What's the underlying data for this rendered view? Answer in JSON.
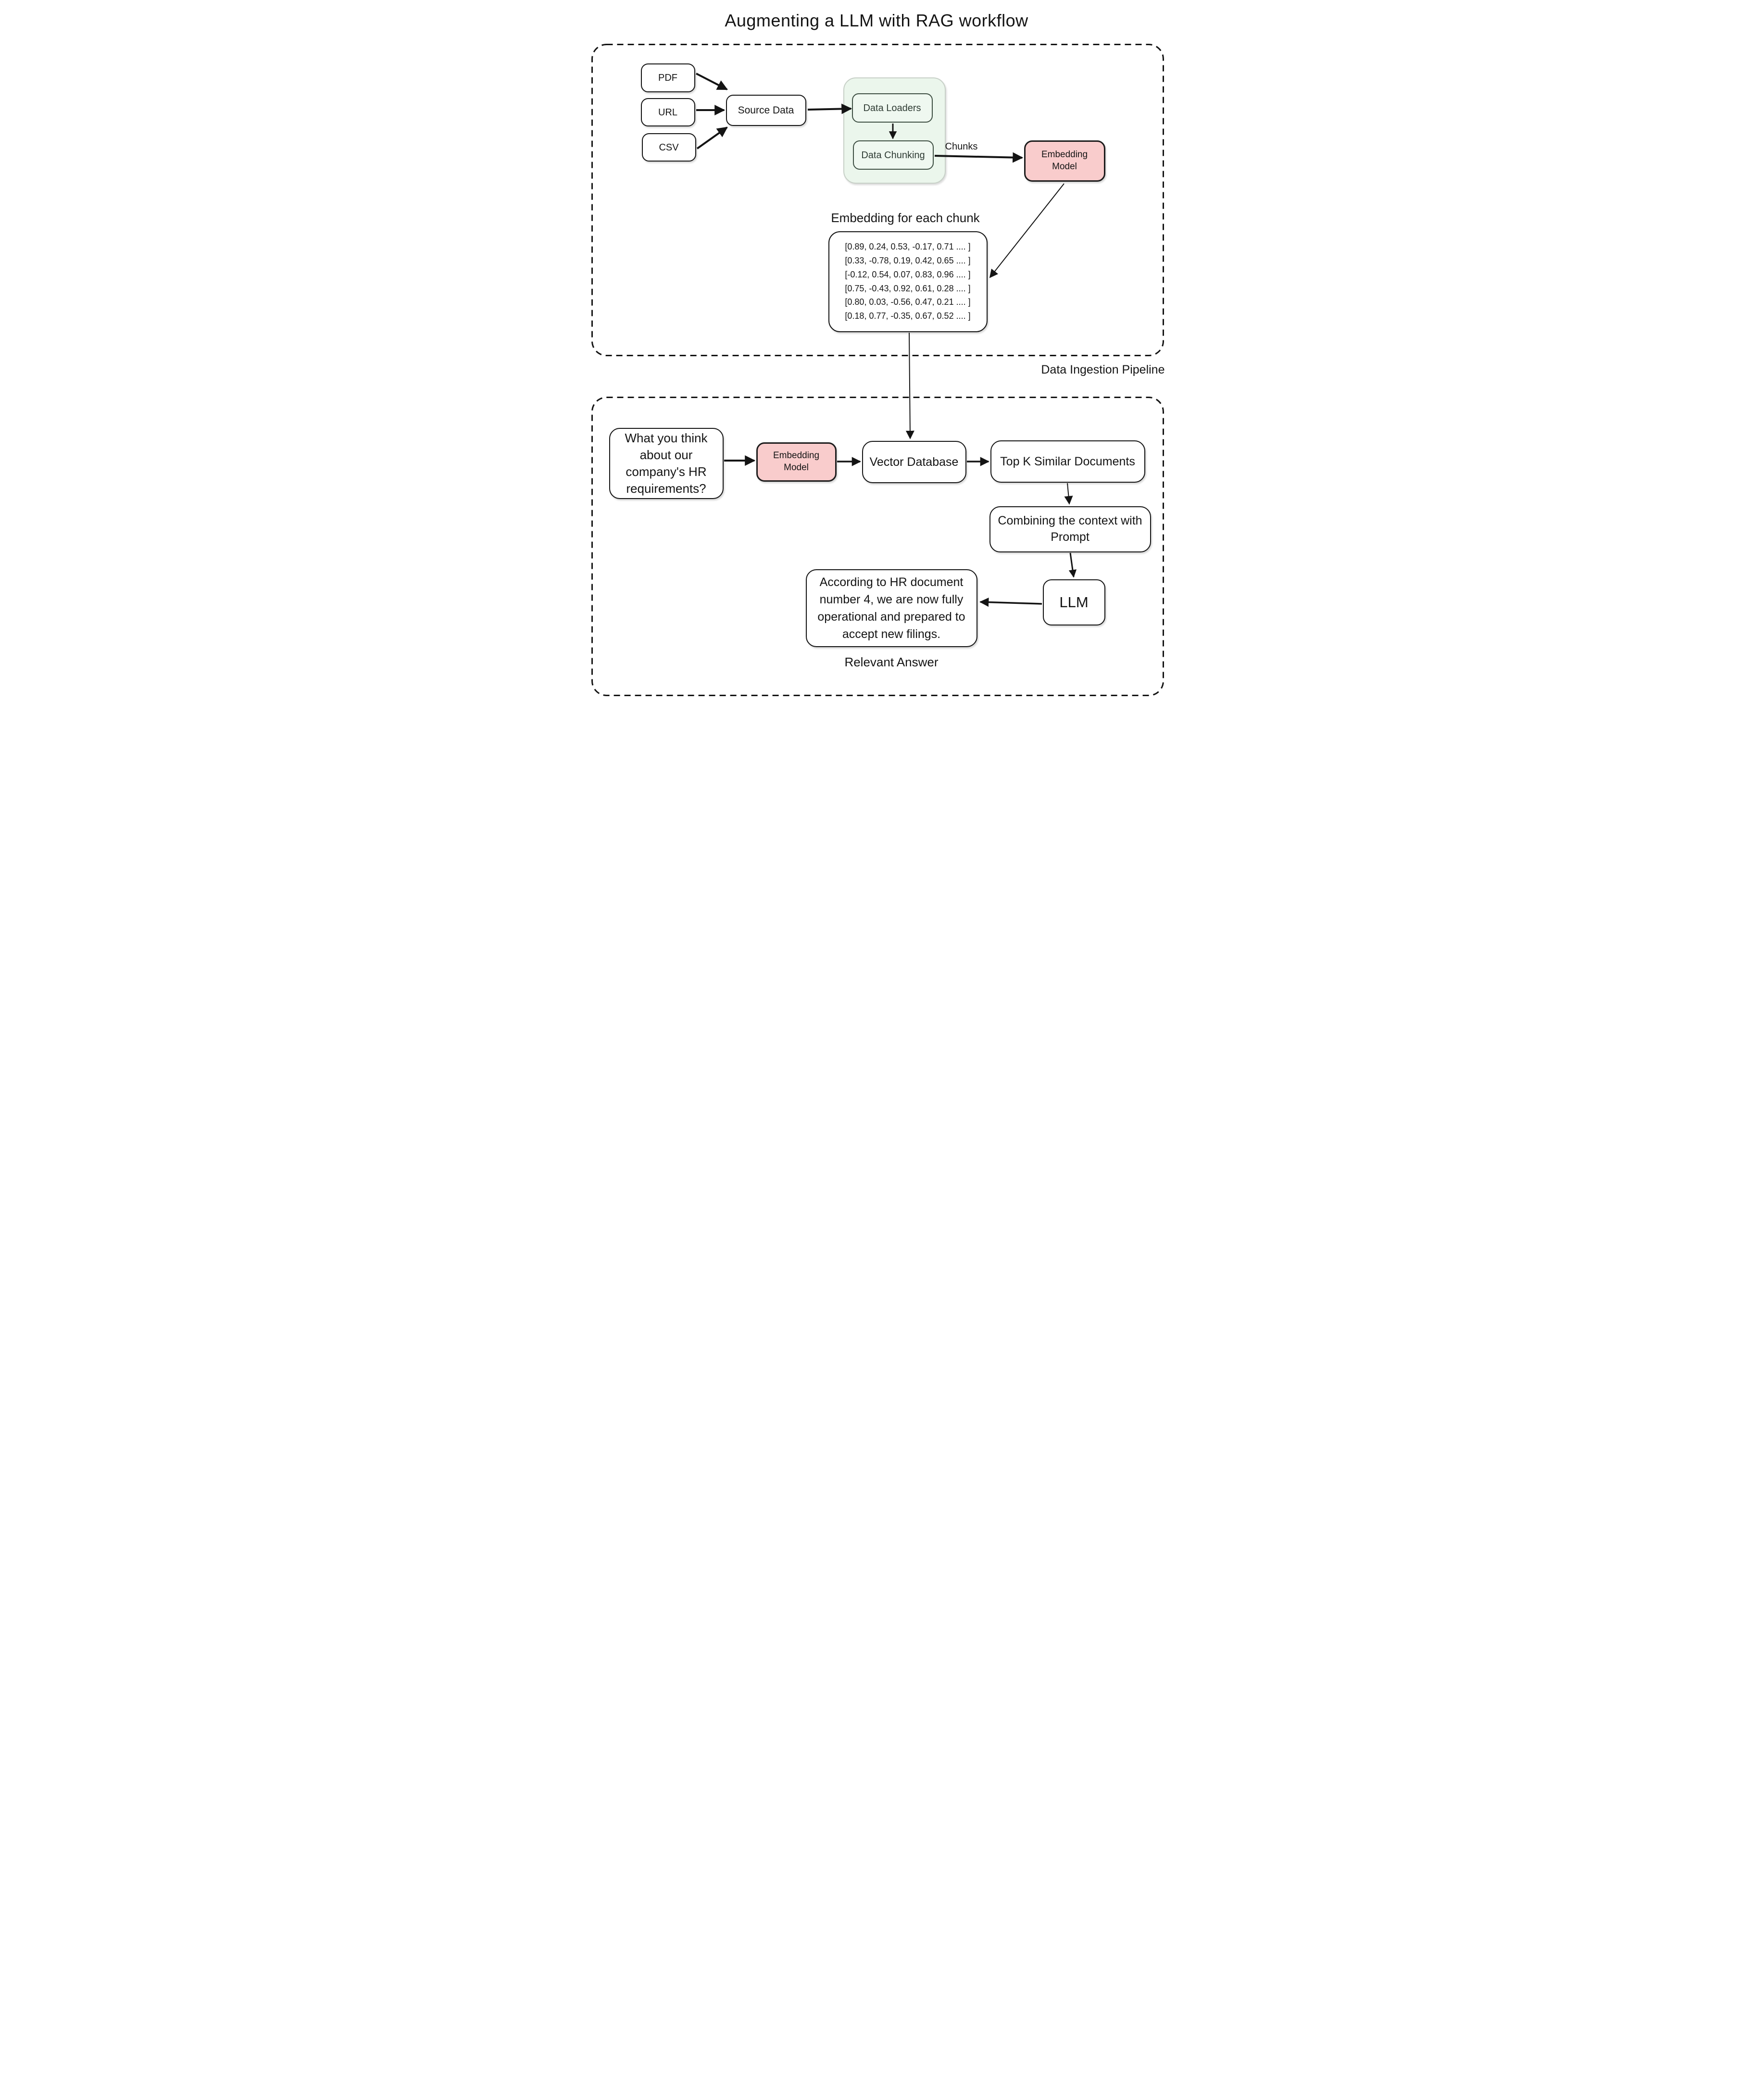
{
  "title": "Augmenting a LLM with RAG workflow",
  "colors": {
    "pink": "#f9cccc",
    "green_container_fill": "#ebf6ec",
    "green_container_border": "#c7d0c7",
    "green_inner_border": "#3f5044",
    "green_text": "#2e3b33",
    "ink": "#141414",
    "background": "#ffffff"
  },
  "ingestion": {
    "caption": "Data Ingestion Pipeline",
    "sources": [
      "PDF",
      "URL",
      "CSV"
    ],
    "source_data": "Source Data",
    "data_loaders": "Data Loaders",
    "data_chunking": "Data Chunking",
    "chunks_edge_label": "Chunks",
    "embedding_model": "Embedding Model",
    "embedding_title": "Embedding for each chunk",
    "vectors": [
      "[0.89, 0.24, 0.53, -0.17, 0.71 .... ]",
      "[0.33, -0.78, 0.19, 0.42, 0.65 .... ]",
      "[-0.12, 0.54, 0.07, 0.83, 0.96 .... ]",
      "[0.75, -0.43, 0.92, 0.61, 0.28 .... ]",
      "[0.80, 0.03, -0.56, 0.47, 0.21 .... ]",
      "[0.18, 0.77, -0.35, 0.67, 0.52 .... ]"
    ]
  },
  "retrieval": {
    "question": "What you think about our company's HR requirements?",
    "embedding_model": "Embedding Model",
    "vector_database": "Vector Database",
    "top_k": "Top K Similar Documents",
    "combining": "Combining the context with Prompt",
    "llm": "LLM",
    "answer": "According to HR document number 4, we are now fully operational and prepared to accept new filings.",
    "answer_caption": "Relevant Answer"
  }
}
